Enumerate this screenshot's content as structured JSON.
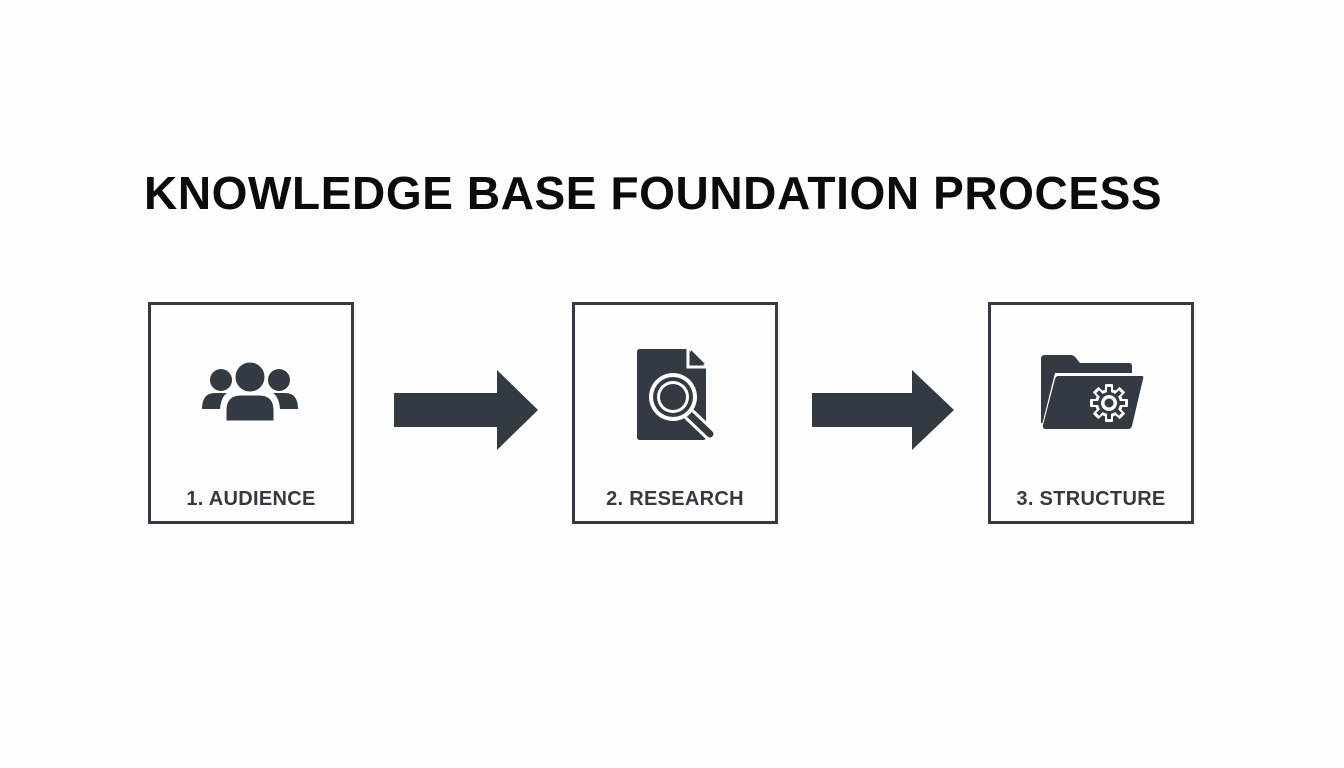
{
  "title": "KNOWLEDGE BASE FOUNDATION PROCESS",
  "colors": {
    "background": "#fcfdfd",
    "title": "#0b0b0c",
    "ink": "#343a41"
  },
  "steps": [
    {
      "number": 1,
      "label": "1. AUDIENCE",
      "icon": "users-group-icon"
    },
    {
      "number": 2,
      "label": "2. RESEARCH",
      "icon": "document-search-icon"
    },
    {
      "number": 3,
      "label": "3. STRUCTURE",
      "icon": "folder-gear-icon"
    }
  ],
  "connectors": [
    {
      "from": 1,
      "to": 2,
      "icon": "arrow-right-icon"
    },
    {
      "from": 2,
      "to": 3,
      "icon": "arrow-right-icon"
    }
  ]
}
